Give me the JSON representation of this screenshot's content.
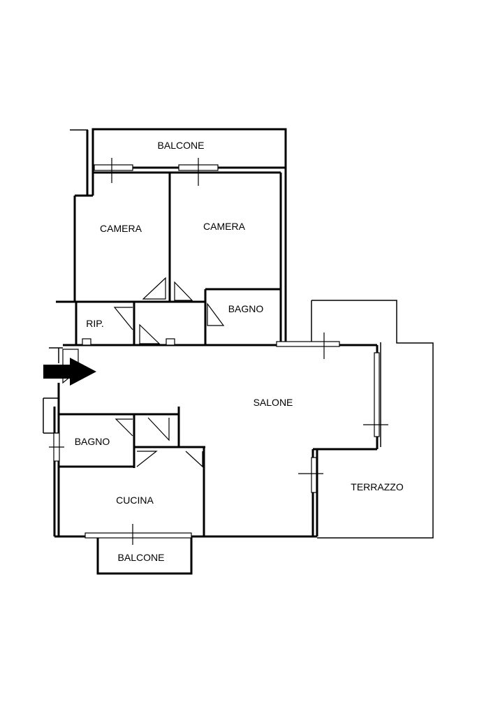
{
  "rooms": {
    "balcone_top": "BALCONE",
    "camera_left": "CAMERA",
    "camera_right": "CAMERA",
    "bagno_top": "BAGNO",
    "ripostiglio": "RIP.",
    "salone": "SALONE",
    "bagno_left": "BAGNO",
    "cucina": "CUCINA",
    "terrazzo": "TERRAZZO",
    "balcone_bottom": "BALCONE"
  },
  "icons": {
    "entrance": "entrance-arrow-icon"
  },
  "colors": {
    "ink": "#000000",
    "paper": "#ffffff"
  }
}
